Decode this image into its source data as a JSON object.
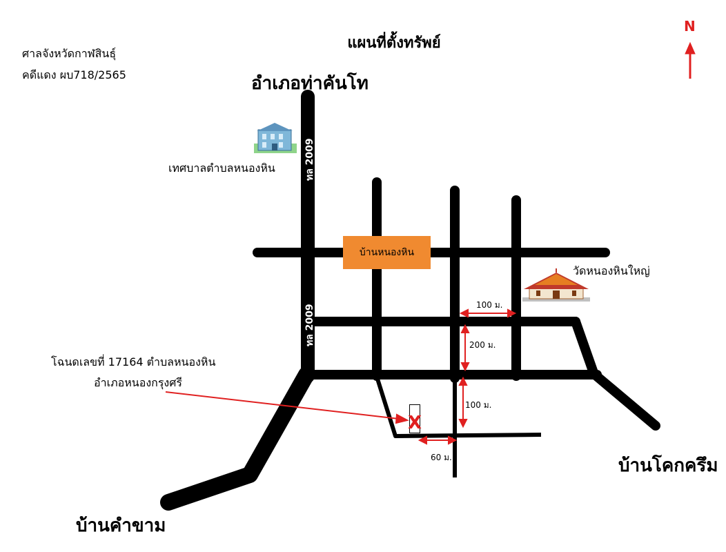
{
  "court": {
    "line1": "ศาลจังหวัดกาฬสินธุ์",
    "line2": "คดีแดง ผบ718/2565"
  },
  "title": "แผนที่ตั้งทรัพย์",
  "north": {
    "letter": "N",
    "color": "#e02020"
  },
  "places": {
    "district_top": "อำเภอท่าคันโท",
    "municipality": "เทศบาลตำบลหนองหิน",
    "village": "บ้านหนองหิน",
    "temple": "วัดหนองหินใหญ่",
    "bottom_left": "บ้านคำขาม",
    "bottom_right": "บ้านโคกครึม"
  },
  "roads": {
    "highway_top": "ทล 2009",
    "highway_bottom": "ทล 2009"
  },
  "parcel": {
    "line1": "โฉนดเลขที่  17164  ตำบลหนองหิน",
    "line2": "อำเภอหนองกรุงศรี",
    "mark": "X",
    "color": "#e02020"
  },
  "distances": {
    "d100_top": "100 ม.",
    "d200": "200 ม.",
    "d100_mid": "100 ม.",
    "d60": "60 ม."
  },
  "icons": {
    "municipality": "building-icon",
    "temple": "temple-icon"
  },
  "colors": {
    "road": "#000000",
    "village_box": "#f08a30",
    "arrow": "#e02020"
  }
}
